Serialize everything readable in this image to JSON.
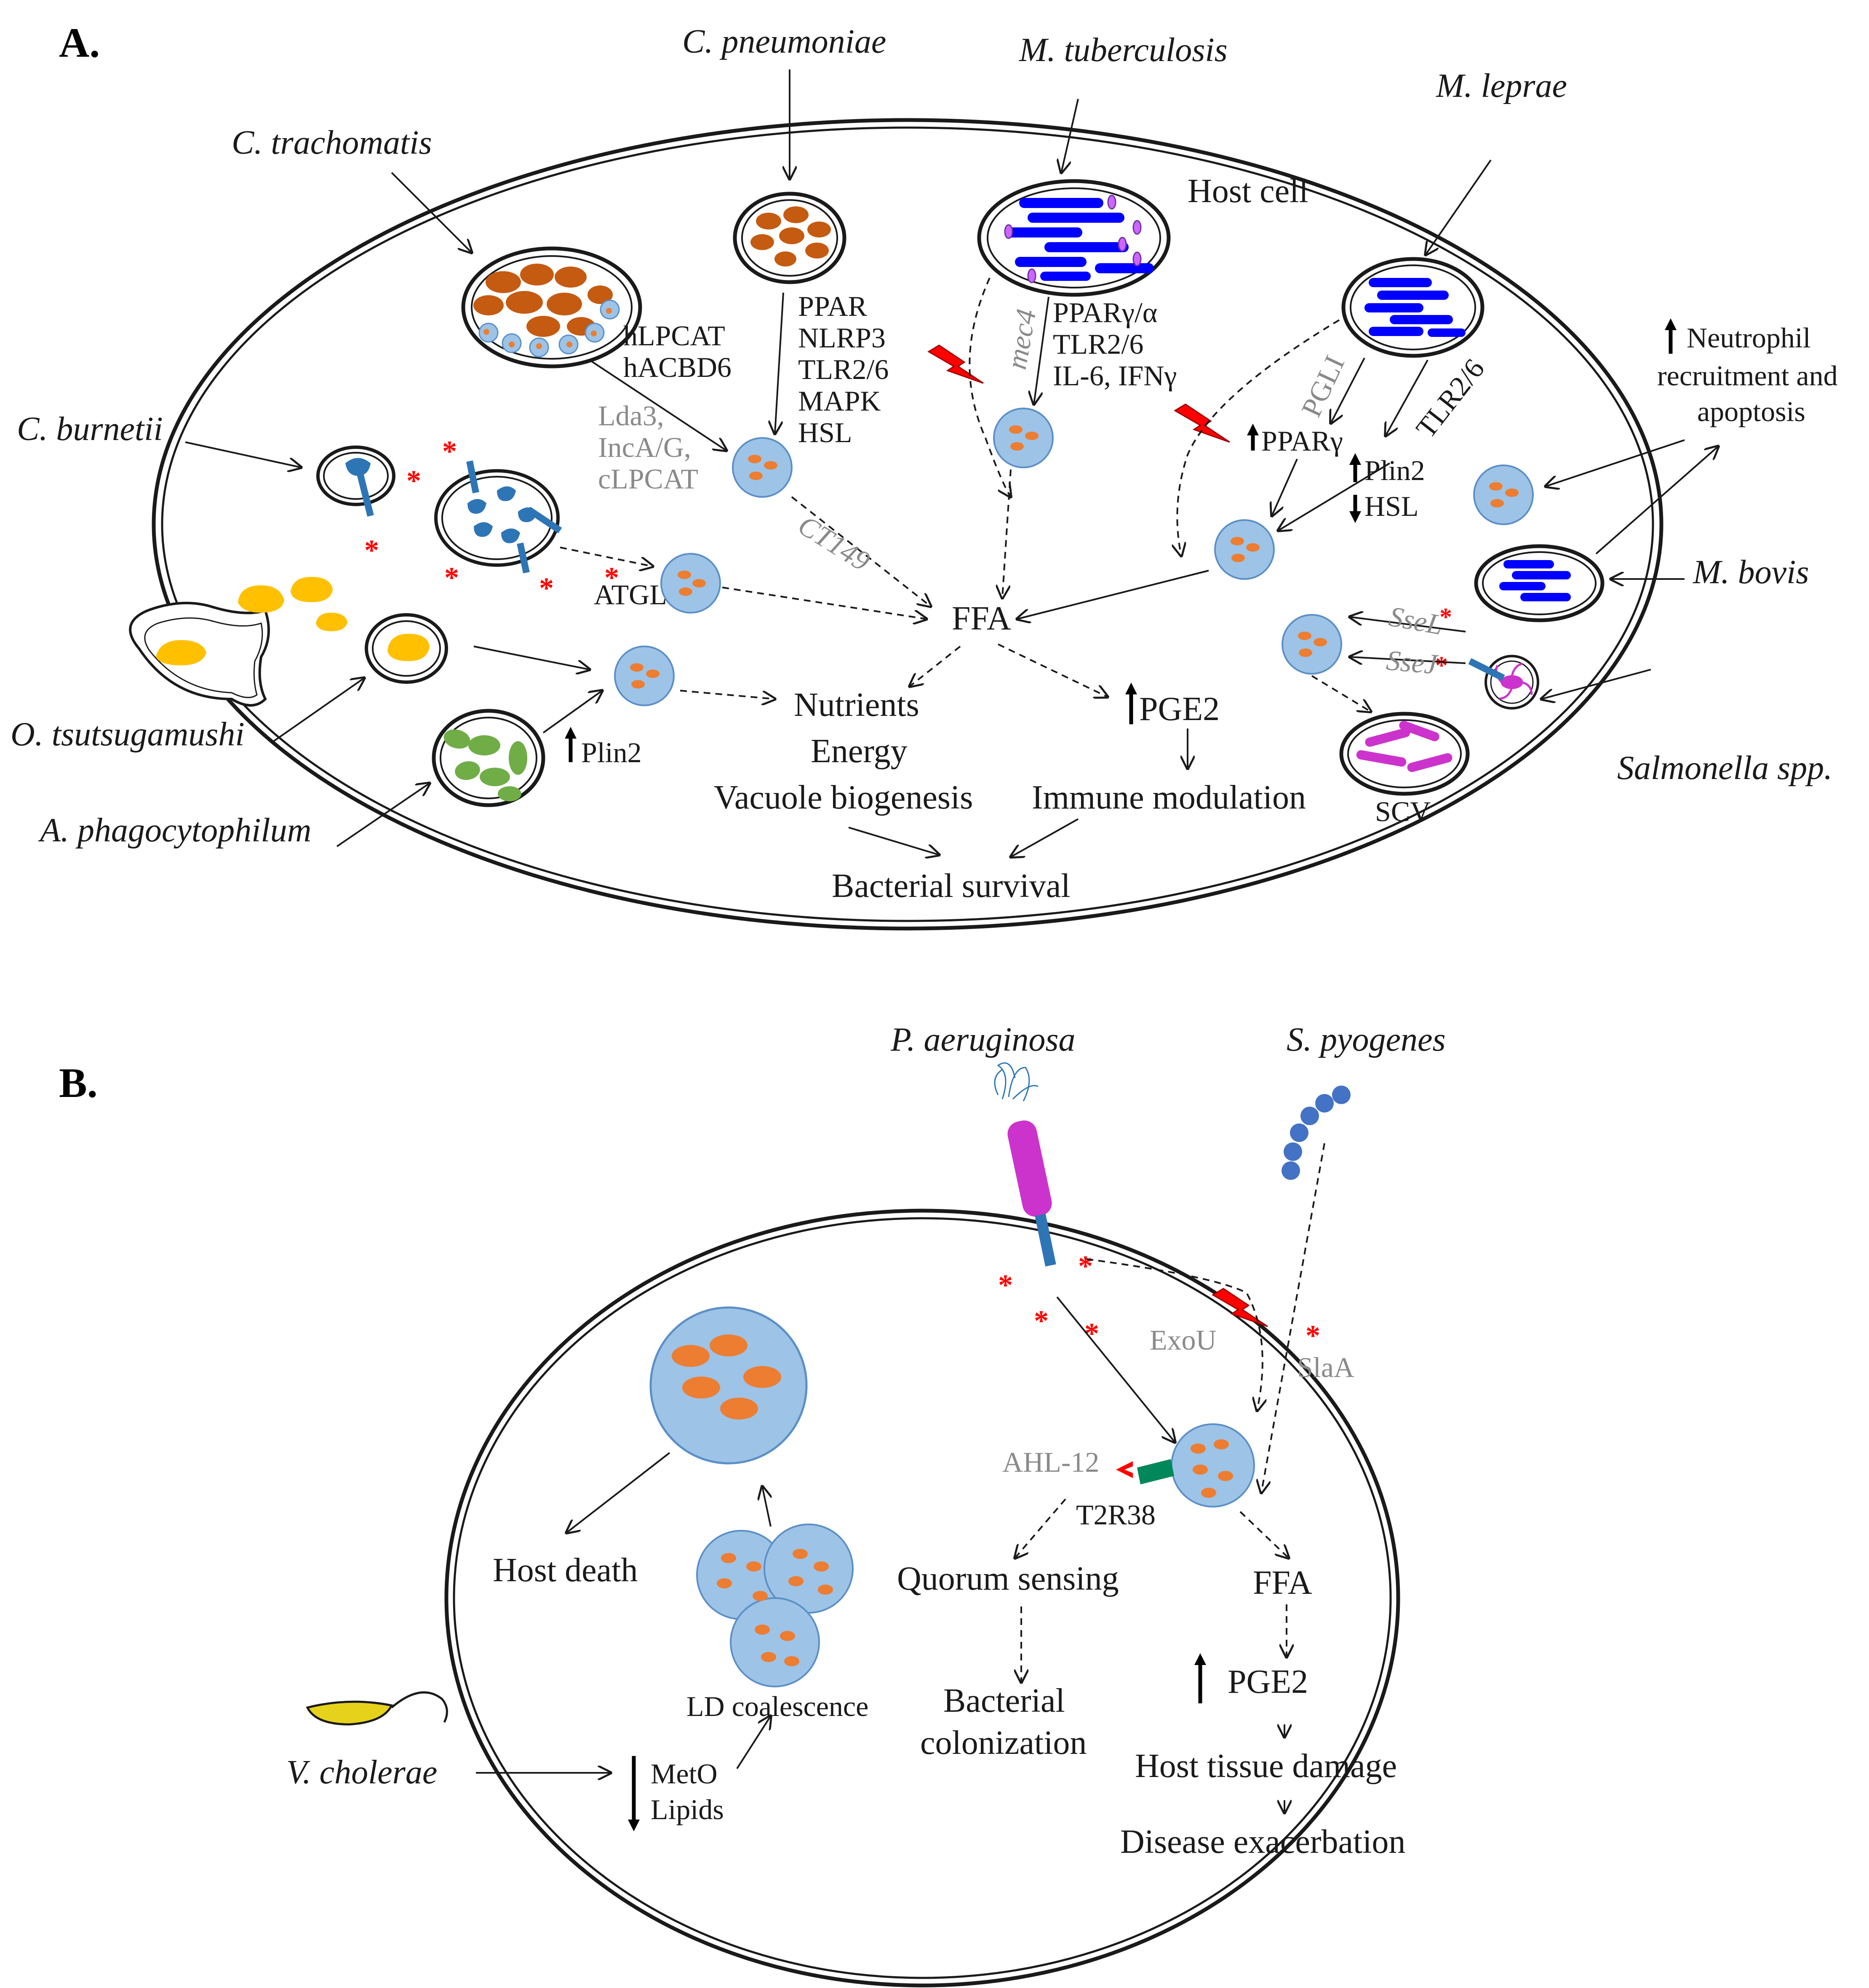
{
  "panel_a": {
    "letter": "A.",
    "host_cell": "Host cell",
    "bacteria": {
      "c_pneumoniae": "C. pneumoniae",
      "m_tuberculosis": "M. tuberculosis",
      "m_leprae": "M. leprae",
      "c_trachomatis": "C. trachomatis",
      "c_burnetii": "C. burnetii",
      "o_tsutsugamushi": "O. tsutsugamushi",
      "a_phagocytophilum": "A. phagocytophilum",
      "m_bovis": "M. bovis",
      "salmonella": "Salmonella spp."
    },
    "labels": {
      "hlpcat": "hLPCAT",
      "hacbd6": "hACBD6",
      "lda3": "Lda3,",
      "inca": "IncA/G,",
      "clpcat": "cLPCAT",
      "ct149": "CT149",
      "atgl": "ATGL",
      "ppar": "PPAR",
      "nlrp3": "NLRP3",
      "tlr26": "TLR2/6",
      "mapk": "MAPK",
      "hsl": "HSL",
      "mec4": "mec4",
      "ppar_ga": "PPARγ/α",
      "tlr26_b": "TLR2/6",
      "il6": "IL-6, IFNγ",
      "pgl1": "PGLI",
      "tlr26_c": "TLR2/6",
      "ppar_g": "PPARγ",
      "plin2_up": "Plin2",
      "hsl_down": "HSL",
      "plin2_a": "Plin2",
      "ffa": "FFA",
      "pge2": "PGE2",
      "nutrients": "Nutrients",
      "energy": "Energy",
      "vacuole": "Vacuole biogenesis",
      "immune": "Immune modulation",
      "survival": "Bacterial survival",
      "neutro_1": "Neutrophil",
      "neutro_2": "recruitment  and",
      "neutro_3": "apoptosis",
      "ssel": "SseL",
      "ssej": "SseJ",
      "scv": "SCV"
    }
  },
  "panel_b": {
    "letter": "B.",
    "bacteria": {
      "p_aeruginosa": "P. aeruginosa",
      "s_pyogenes": "S. pyogenes",
      "v_cholerae": "V. cholerae"
    },
    "labels": {
      "exou": "ExoU",
      "slaa": "SlaA",
      "ahl12": "AHL-12",
      "t2r38": "T2R38",
      "quorum": "Quorum sensing",
      "bact_col_1": "Bacterial",
      "bact_col_2": "colonization",
      "ffa": "FFA",
      "pge2": "PGE2",
      "tissue": "Host tissue damage",
      "disease": "Disease exacerbation",
      "host_death": "Host death",
      "ld_coal": "LD coalescence",
      "meto": "MetO",
      "lipids": "Lipids"
    }
  },
  "colors": {
    "ld_fill": "#9dc3e6",
    "ld_stroke": "#5b8fc7",
    "ld_dot": "#ed7d31",
    "chlamydia": "#c55a11",
    "myco": "#0000ff",
    "coxiella": "#2e75b6",
    "orientia": "#ffc000",
    "anaplasma": "#70ad47",
    "salmonella": "#cc33cc",
    "pseudo_body": "#cc33cc",
    "pseudo_t3ss": "#2e75b6",
    "strep": "#4472c4",
    "vibrio": "#e6d21a",
    "star": "#ff0000",
    "bolt": "#ff0000"
  }
}
